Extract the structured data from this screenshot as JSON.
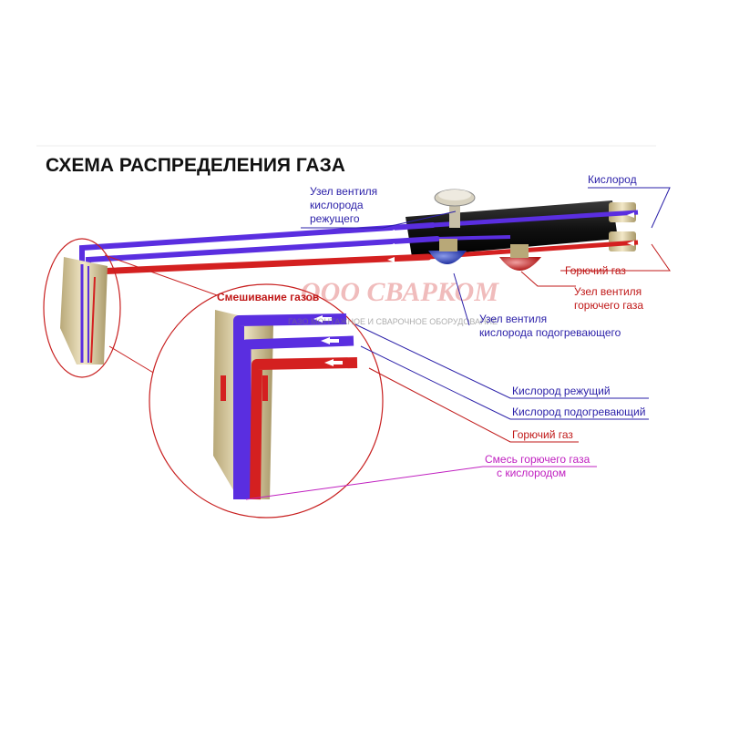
{
  "title": "СХЕМА РАСПРЕДЕЛЕНИЯ ГАЗА",
  "watermark": {
    "main": "ООО СВАРКОМ",
    "sub": "ГАЗО   МОНТАЖНОЕ И СВАРОЧНОЕ ОБОРУДОВАНИЕ"
  },
  "labels": {
    "cutting_valve": [
      "Узел вентиля",
      "кислорода",
      "режущего"
    ],
    "oxygen": "Кислород",
    "fuel_gas": "Горючий газ",
    "fuel_valve": [
      "Узел вентиля",
      "горючего газа"
    ],
    "preheat_valve": [
      "Узел вентиля",
      "кислорода подогревающего"
    ],
    "mixing": "Смешивание газов",
    "cutting_oxygen": "Кислород режущий",
    "preheat_oxygen": "Кислород подогревающий",
    "fuel_gas_2": "Горючий газ",
    "mixture": [
      "Смесь горючего газа",
      "с кислородом"
    ]
  },
  "colors": {
    "oxygen_line": "#5a2ee0",
    "fuel_line": "#d42020",
    "label_blue": "#2a1fa8",
    "label_red": "#c01818",
    "label_magenta": "#c020c0",
    "handle": "#111111",
    "brass": "#e6d9b0"
  },
  "icons": [
    "flow-arrow-icon",
    "valve-knob-icon"
  ]
}
